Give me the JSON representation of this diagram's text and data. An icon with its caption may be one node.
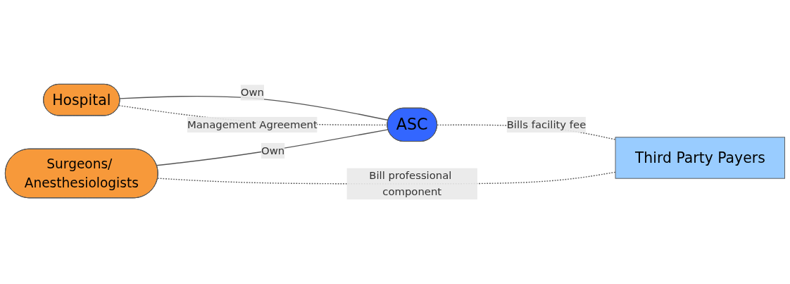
{
  "diagram": {
    "nodes": [
      {
        "text": [
          "Hospital"
        ]
      },
      {
        "text": [
          "ASC"
        ]
      },
      {
        "text": [
          "Surgeons/ Anesthesiologists"
        ]
      },
      {
        "text": [
          "Third Party Payers"
        ]
      }
    ],
    "edges": [
      {
        "from": 0,
        "to": 1,
        "arrow": "none",
        "label": "Own"
      },
      {
        "from": 0,
        "to": 1,
        "arrow": "none",
        "label": "Management Agreement",
        "style": "dashed"
      },
      {
        "from": 2,
        "to": 1,
        "arrow": "none",
        "label": "Own"
      },
      {
        "from": 2,
        "to": 3,
        "arrow": "none",
        "label": "Bill professional component",
        "style": "dashed"
      },
      {
        "from": 1,
        "to": 3,
        "arrow": "none",
        "label": "Bills facility fee",
        "style": "dashed"
      }
    ]
  }
}
